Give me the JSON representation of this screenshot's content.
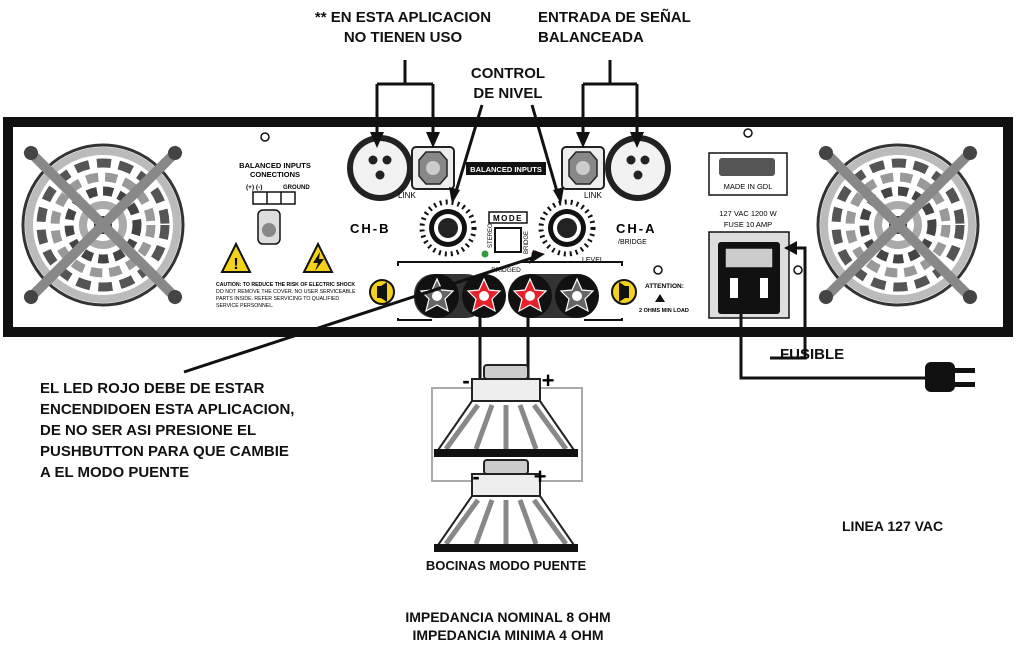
{
  "annotations": {
    "no_use": [
      "** EN ESTA APLICACION",
      "NO TIENEN USO"
    ],
    "balanced_input": [
      "ENTRADA DE SEÑAL",
      "BALANCEADA"
    ],
    "level_control": [
      "CONTROL",
      "DE NIVEL"
    ],
    "red_led_note": [
      "EL LED ROJO DEBE DE ESTAR",
      "ENCENDIDOEN ESTA APLICACION,",
      "DE NO SER ASI PRESIONE EL",
      "PUSHBUTTON PARA QUE CAMBIE",
      "A EL MODO PUENTE"
    ],
    "fuse": "FUSIBLE",
    "line": "LINEA 127 VAC",
    "speakers_bridge": "BOCINAS MODO PUENTE",
    "impedance_nominal": "IMPEDANCIA NOMINAL 8 OHM",
    "impedance_min": "IMPEDANCIA MINIMA 4 OHM"
  },
  "panel": {
    "balanced_inputs_conections": [
      "BALANCED INPUTS",
      "CONECTIONS"
    ],
    "pin_labels": "(+) (-)",
    "ground": "GROUND",
    "link_left": "LINK",
    "link_right": "LINK",
    "balanced_inputs_tag": "BALANCED INPUTS",
    "ch_b": "CH-B",
    "ch_a": "CH-A",
    "bridge": "/BRIDGE",
    "mode": "MODE",
    "stereo": "STEREO",
    "bridge_vertical": "BRIDGE",
    "bridged": "BRIDGED",
    "level": "LEVEL",
    "made_in": "MADE IN GDL",
    "power_rating": "127 VAC 1200 W",
    "fuse_rating": "FUSE 10 AMP",
    "attention": "ATTENTION:",
    "min_load": "2 OHMS MIN LOAD",
    "caution": [
      "CAUTION: TO REDUCE THE RISK OF ELECTRIC SHOCK",
      "DO NOT REMOVE THE COVER. NO USER SERVICEABLE",
      "PARTS INSIDE. REFER SERVICING TO QUALIFIED",
      "SERVICE PERSONNEL."
    ]
  },
  "speakers": {
    "minus": "-",
    "plus": "+"
  },
  "colors": {
    "terminal_red": "#e8202a",
    "led_green": "#2e9a3c",
    "led_red": "#d8201e",
    "warning_yellow": "#f4d21a"
  }
}
